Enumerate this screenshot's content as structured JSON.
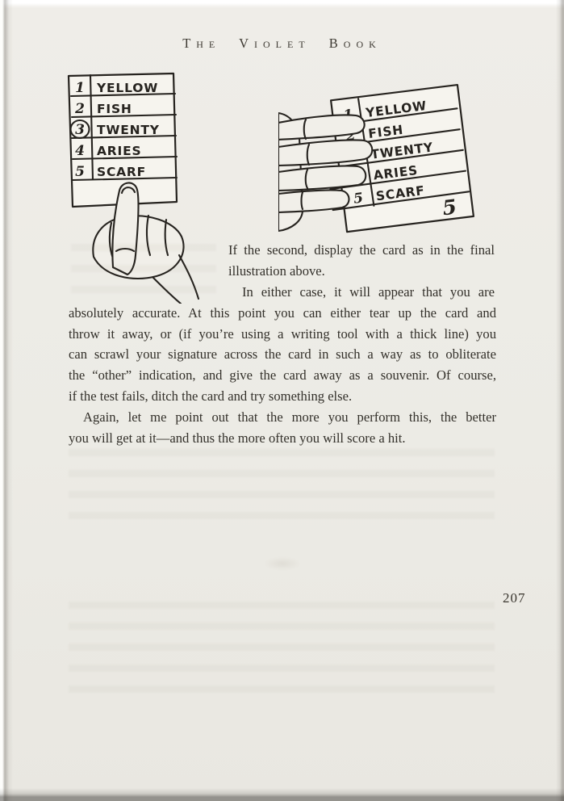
{
  "page": {
    "running_head": "The Violet Book",
    "page_number": "207"
  },
  "card": {
    "rows": [
      {
        "num": "1",
        "word": "YELLOW"
      },
      {
        "num": "2",
        "word": "FISH"
      },
      {
        "num": "3",
        "word": "TWENTY"
      },
      {
        "num": "4",
        "word": "ARIES"
      },
      {
        "num": "5",
        "word": "SCARF"
      }
    ],
    "circled_number": "3",
    "right_card_annotation": "5"
  },
  "body": {
    "para1": [
      "If the second, display the card as in the final",
      "illustration above."
    ],
    "para2_first": "In either case, it will appear that you are",
    "para2_rest": [
      "absolutely accurate. At this point you can either tear up the card and",
      "throw it away, or (if you’re using a writing tool with a thick line) you",
      "can scrawl your signature across the card in such a way as to obliterate",
      "the “other” indication, and give the card away as a souvenir. Of course,",
      "if the test fails, ditch the card and try something else."
    ],
    "para3": [
      "Again, let me point out that the more you perform this, the better",
      "you will get at it—and thus the more often you will score a hit."
    ]
  }
}
